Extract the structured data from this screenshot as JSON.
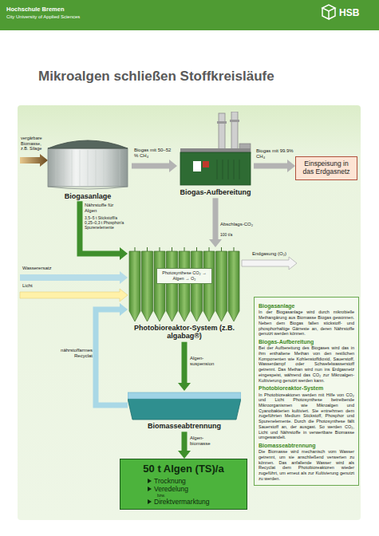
{
  "diagram": {
    "title": "Mikroalgen schließen Stoffkreisläufe",
    "nodes": [
      {
        "text": [
          "Biogasanlage"
        ]
      },
      {
        "text": [
          "Biogas-Aufbereitung"
        ]
      },
      {
        "text": [
          "Einspeisung in das Erdgasnetz"
        ]
      },
      {
        "text": [
          "Photobioreaktor-System (z.B. algabag®)"
        ]
      },
      {
        "text": [
          "Photosynthese CO₂ → Algen → O₂"
        ],
        "in": 3
      },
      {
        "text": [
          "Biomasseabtrennung"
        ]
      },
      {
        "text": [
          "50 t Algen (TS)/a",
          "Trocknung",
          "Veredelung",
          "bzw.",
          "Direktvermarktung"
        ]
      },
      {
        "text": [
          "Biogasanlage",
          "In der Biogasanlage wird durch mikrobielle Methangärung aus Biomasse Biogas gewonnen. Neben dem Biogas fallen stickstoff- und phosphorhaltige Gärreste an, deren Nährstoffe genutzt werden können.",
          "Biogas-Aufbereitung",
          "Bei der Aufbereitung des Biogases wird das in ihm enthaltene Methan von den restlichen Komponenten wie Kohlenstoffdioxid, Sauerstoff, Wasserdampf oder Schwefelwasserstoff getrennt. Das Methan wird nun ins Erdgasnetz eingespeist, während das CO₂ zur Mikroalgen-Kultivierung genutzt werden kann.",
          "Photobioreaktor-System",
          "In Photobioreaktoren werden mit Hilfe von CO₂ und Licht Photosynthese betreibende Mikroorganismen wie Mikroalgen und Cyanobakterien kultiviert. Sie entnehmen dem zugeführten Medium Stickstoff, Phosphor und Spurenelemente. Durch die Photosynthese fällt Sauerstoff an, der ausgast. So werden CO₂, Licht und Nährstoffe in verwertbare Biomasse umgewandelt.",
          "Biomasseabtrennung",
          "Die Biomasse wird mechanisch vom Wasser getrennt, um sie anschließend verwerten zu können. Das anfallende Wasser wird als Recyclat dem Photobioreaktoren wieder zugeführt, um erneut als zur Kultivierung genutzt zu werden."
        ]
      }
    ],
    "edges": [
      {
        "from": 0,
        "to": 1,
        "label": "Biogas mit 50–52 % CH₄",
        "arrow": "to"
      },
      {
        "from": 1,
        "to": 2,
        "label": "Biogas mit 99.9% CH₄",
        "arrow": "to"
      },
      {
        "from": 0,
        "to": 3,
        "label": "Nährstoffe für Algen",
        "arrow": "to"
      },
      {
        "from": 1,
        "to": 3,
        "label": "Abschlags-CO₂",
        "arrow": "to"
      },
      {
        "from": 3,
        "to": 5,
        "label": "Algen-suspension",
        "arrow": "to"
      },
      {
        "from": 5,
        "to": 3,
        "label": "nährstoffarmes Recyclat",
        "arrow": "to"
      },
      {
        "from": 5,
        "to": 6,
        "label": "Algen-biomasse",
        "arrow": "to"
      }
    ],
    "labels": [
      "Hochschule Bremen",
      "City University of Applied Sciences",
      "HSB",
      "vergärbare Biomasse, z.B. Silage",
      "3,5–5 t Stickstoff/a 0,25–0,3 t Phosphor/a Spurenelemente",
      "100 t/a",
      "Endgasung (O₂)",
      "Wasserersatz",
      "Licht"
    ]
  }
}
